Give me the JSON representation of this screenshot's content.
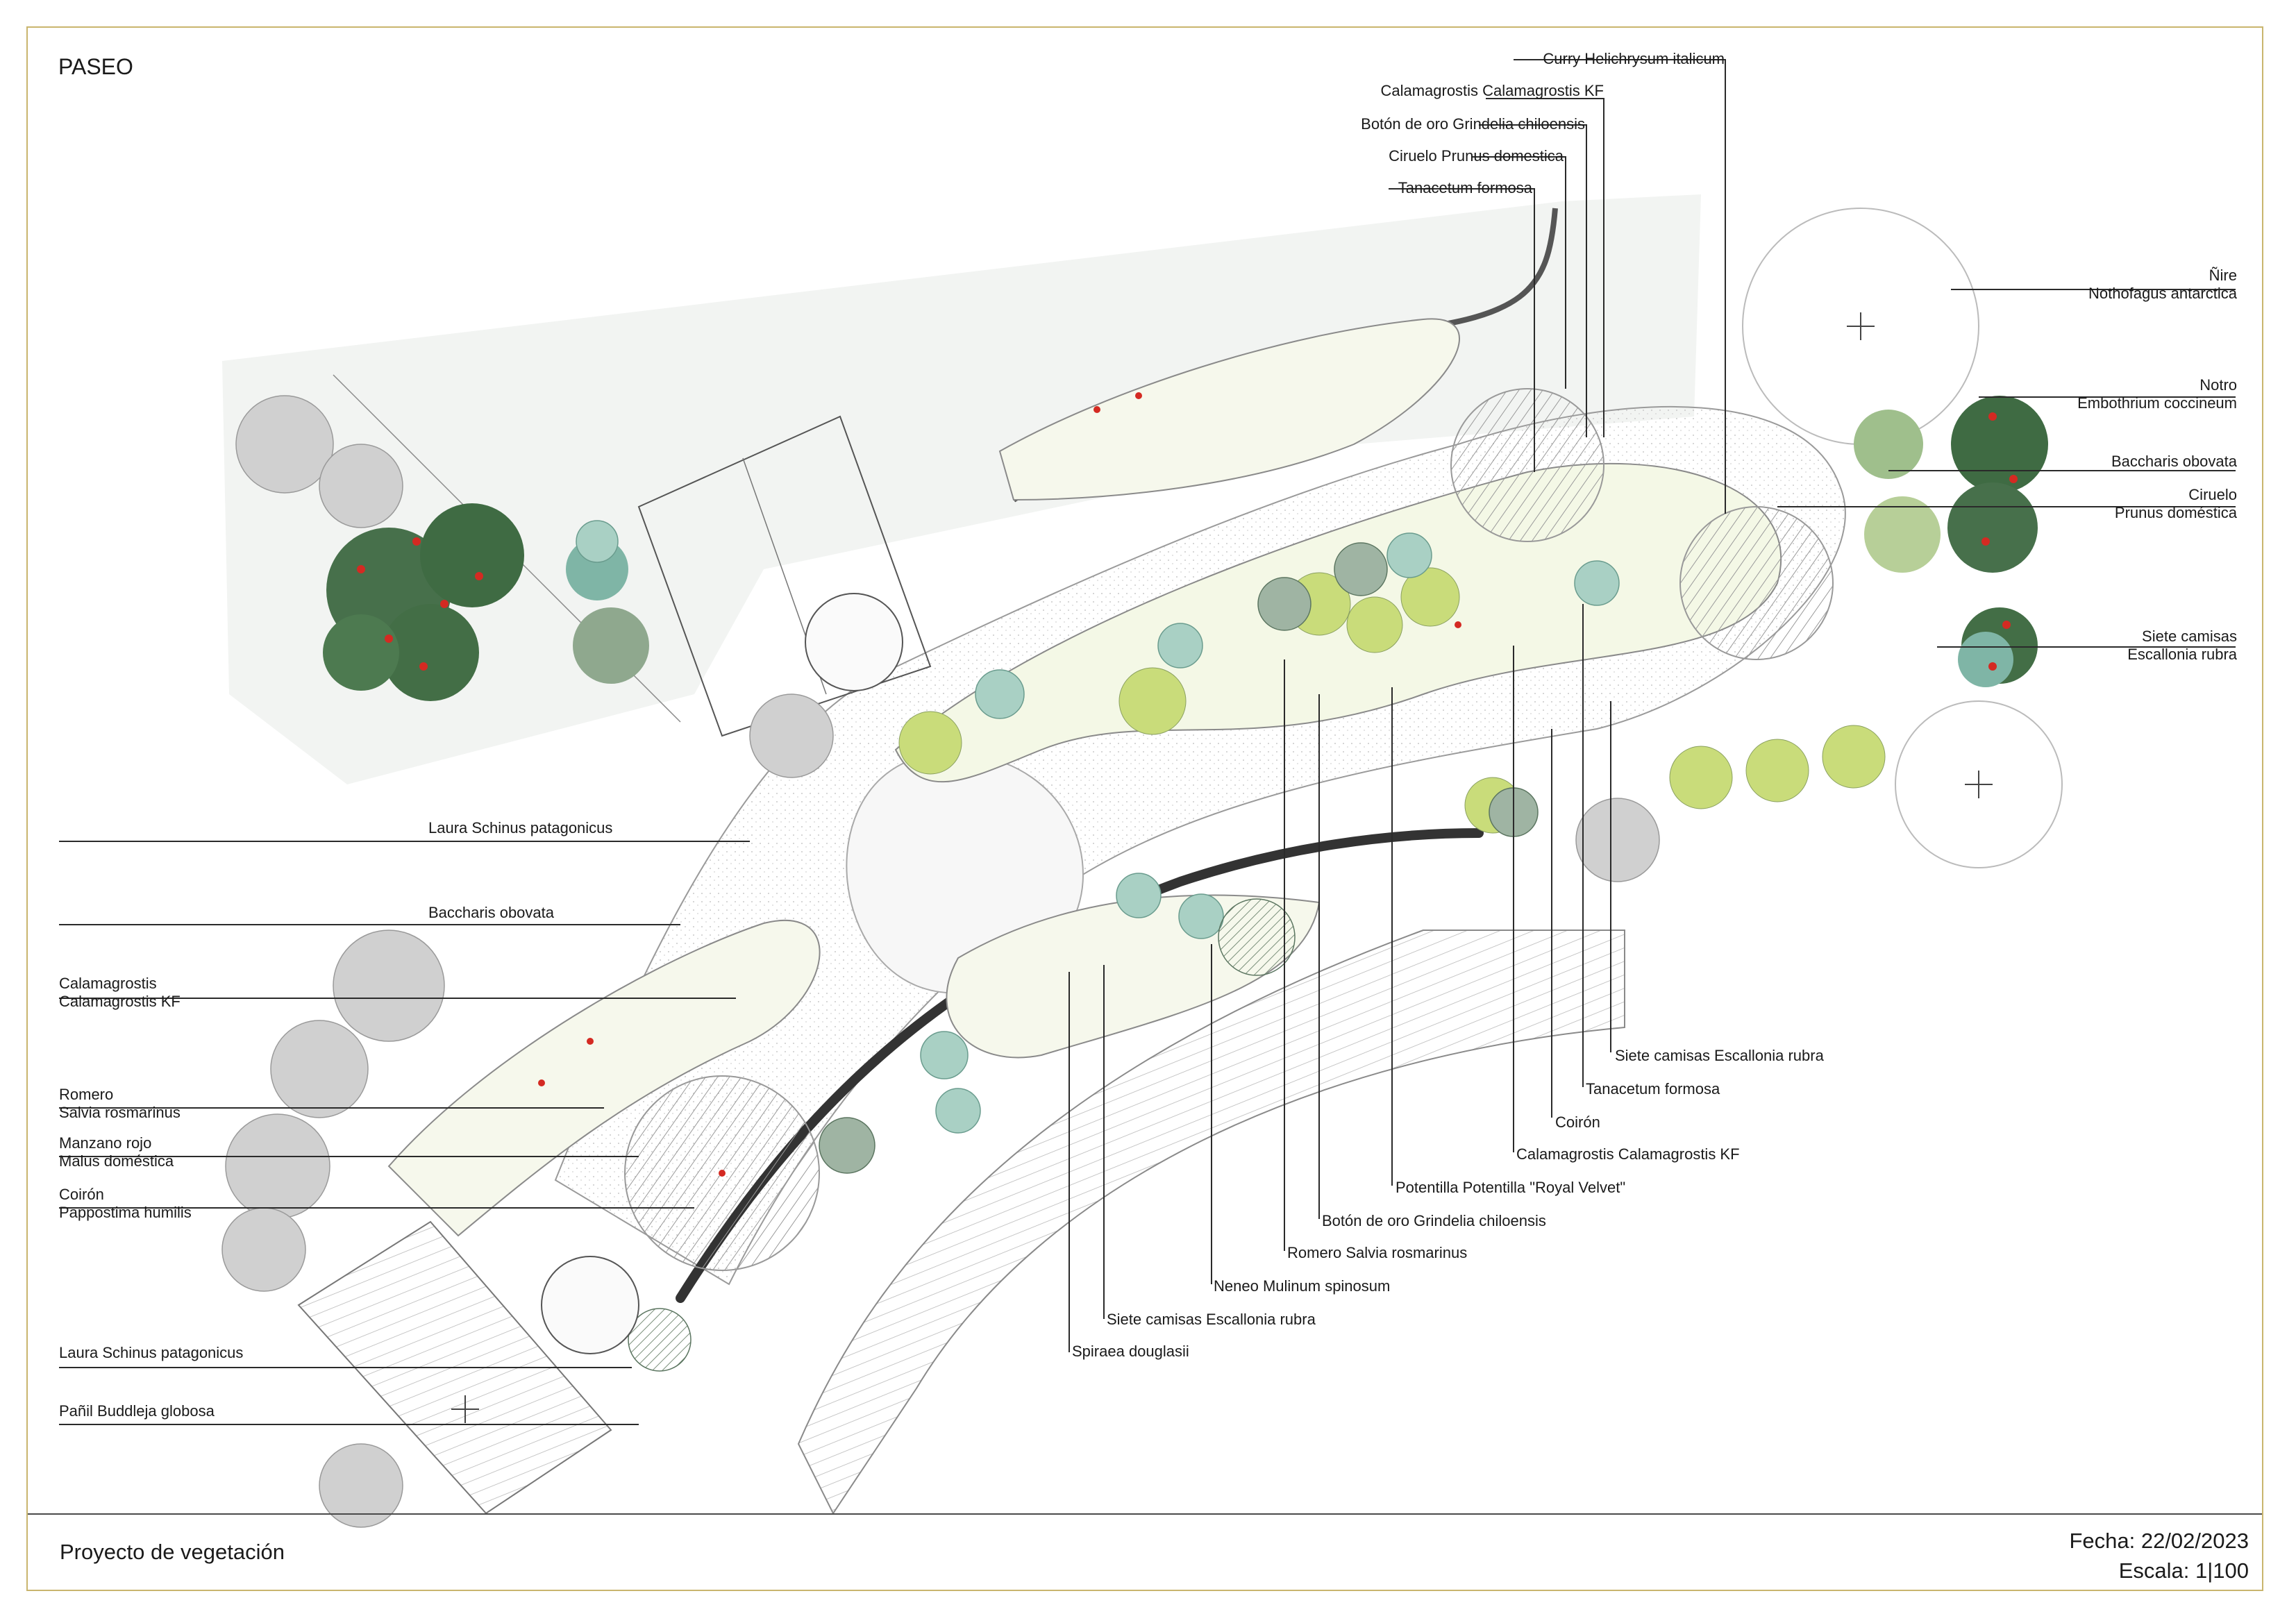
{
  "sheet": {
    "title": "PASEO",
    "project": "Proyecto de vegetación",
    "date": "Fecha: 22/02/2023",
    "scale": "Escala: 1|100"
  },
  "labels_top": [
    "Curry  Helichrysum italicum",
    "Calamagrostis   Calamagrostis KF",
    "Botón de oro  Grindelia chiloensis",
    "Ciruelo  Prunus domestica",
    "Tanacetum formosa"
  ],
  "labels_right": [
    [
      "Ñire",
      "Nothofagus  antarctica"
    ],
    [
      "Notro",
      "Embothrium coccineum"
    ],
    [
      "Baccharis obovata"
    ],
    [
      "Ciruelo",
      "Prunus doméstica"
    ],
    [
      "Siete camisas",
      "Escallonia rubra"
    ]
  ],
  "labels_left": [
    [
      "Laura  Schinus patagonicus"
    ],
    [
      "Baccharis obovata"
    ],
    [
      "Calamagrostis",
      "Calamagrostis KF"
    ],
    [
      "Romero",
      "Salvia rosmarinus"
    ],
    [
      "Manzano rojo",
      "Malus doméstica"
    ],
    [
      "Coirón",
      "Pappostima humilis"
    ],
    [
      "Laura  Schinus patagonicus"
    ],
    [
      "Pañil  Buddleja globosa"
    ]
  ],
  "labels_bottom": [
    "Siete camisas  Escallonia rubra",
    "Tanacetum formosa",
    "Coirón",
    "Calamagrostis   Calamagrostis KF",
    "Potentilla  Potentilla \"Royal Velvet\"",
    "Botón de oro  Grindelia chiloensis",
    "Romero  Salvia rosmarinus",
    "Neneo  Mulinum spinosum",
    "Siete camisas   Escallonia rubra",
    "Spiraea douglasii"
  ],
  "colors": {
    "frame": "#c9b56e",
    "dark_foliage": "#3f6b43",
    "red_flower": "#d42a22",
    "light_green": "#c9dc7a",
    "teal": "#7fb5a6",
    "grey_tree": "#c8c8c8",
    "path": "#3a3a3a"
  }
}
